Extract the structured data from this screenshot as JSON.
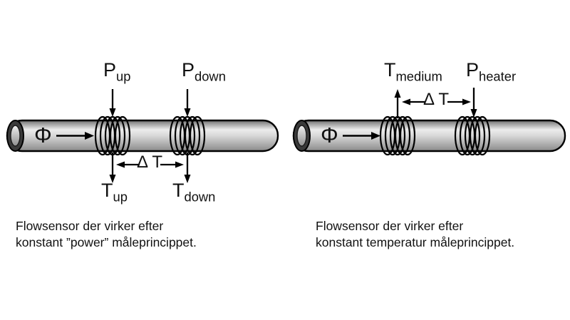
{
  "figure": {
    "type": "flow-sensor-principles-diagram",
    "background": "#ffffff"
  },
  "colors": {
    "stroke": "#000000",
    "text": "#111111",
    "pipe_highlight": "#ececec",
    "pipe_top": "#6e6e6e",
    "pipe_bottom": "#8a8a8a",
    "cap_ring": "#3a3a3a"
  },
  "left_diagram": {
    "flow_symbol": "Φ",
    "label_p_up": {
      "main": "P",
      "sub": "up"
    },
    "label_p_down": {
      "main": "P",
      "sub": "down"
    },
    "label_t_up": {
      "main": "T",
      "sub": "up"
    },
    "label_t_down": {
      "main": "T",
      "sub": "down"
    },
    "delta_label": "Δ T",
    "caption_line1": "Flowsensor der virker efter",
    "caption_line2": "konstant ”power” måleprincippet."
  },
  "right_diagram": {
    "flow_symbol": "Φ",
    "label_t_medium": {
      "main": "T",
      "sub": "medium"
    },
    "label_p_heater": {
      "main": "P",
      "sub": "heater"
    },
    "delta_label": "Δ T",
    "caption_line1": "Flowsensor der virker efter",
    "caption_line2": "konstant temperatur måleprincippet."
  }
}
